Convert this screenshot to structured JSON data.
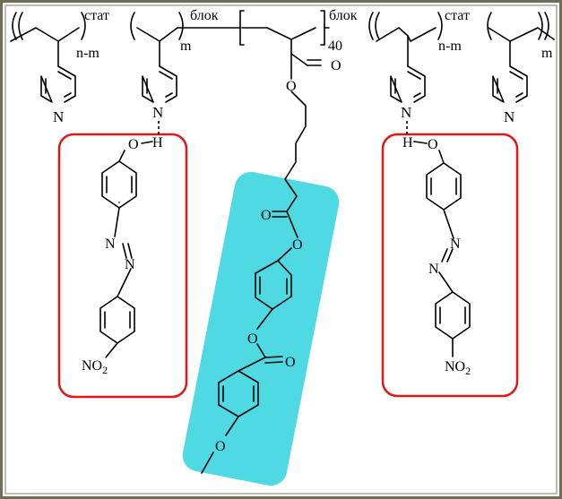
{
  "labels": {
    "stat": "стат",
    "block": "блок",
    "n_minus_m": "n-m",
    "m": "m",
    "forty": "40",
    "N": "N",
    "O": "O",
    "H": "H",
    "NO2": "NO",
    "sub2": "2"
  },
  "colors": {
    "frame_outer": "#6e6e5a",
    "frame_inner": "#a8a890",
    "red_box": "#e01818",
    "cyan_box": "#4fd9e3",
    "bond": "#000000"
  }
}
